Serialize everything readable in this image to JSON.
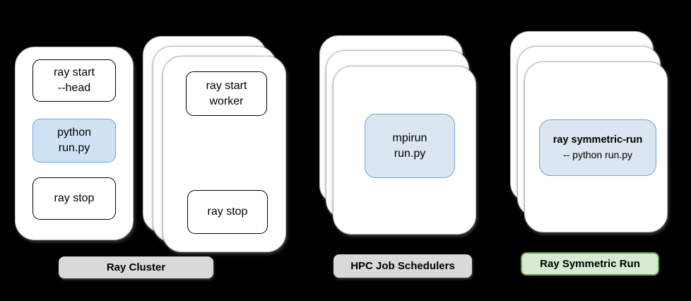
{
  "groups": {
    "ray_cluster": {
      "label": "Ray Cluster",
      "head_card": {
        "commands": {
          "start": "ray start\n--head",
          "run": "python\nrun.py",
          "stop": "ray stop"
        }
      },
      "worker_stack": {
        "commands": {
          "start": "ray start\nworker",
          "stop": "ray stop"
        }
      }
    },
    "hpc": {
      "label": "HPC Job Schedulers",
      "command": "mpirun\nrun.py"
    },
    "symmetric": {
      "label": "Ray Symmetric Run",
      "command_line1": "ray symmetric-run",
      "command_line2": "-- python run.py"
    }
  },
  "colors": {
    "background": "#000000",
    "card_bg": "#ffffff",
    "card_border": "#b7b7b7",
    "command_border": "#000000",
    "highlight_bg": "#cfe2f3",
    "highlight_border": "#6fa8dc",
    "highlight_bg_soft": "#dbe6f1",
    "highlight_border_soft": "#74a1d0",
    "gray_label_bg": "#d9d9d9",
    "green_label_bg": "#d9ead3",
    "green_label_border": "#6aa84f",
    "text": "#000000"
  }
}
